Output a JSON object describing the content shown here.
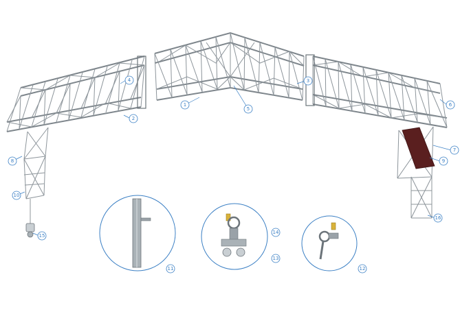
{
  "colors": {
    "steel": "#8c949a",
    "steel_dark": "#5d656b",
    "steel_light": "#c9cfd3",
    "callout": "#3a7fc4",
    "platform": "#5a1f1f",
    "fitting_gold": "#d9b23a"
  },
  "callouts": {
    "c1": "1",
    "c2": "2",
    "c3": "3",
    "c4": "4",
    "c5": "5",
    "c6": "6",
    "c7": "7",
    "c8": "8",
    "c9": "9",
    "c10": "10",
    "c11": "11",
    "c12": "12",
    "c13": "13",
    "c14": "14",
    "c15": "15",
    "c16": "16"
  },
  "icons": {
    "detail_11": "pipe-spigot-icon",
    "detail_13": "truss-clamp-icon",
    "detail_12": "coupler-clamp-icon"
  }
}
